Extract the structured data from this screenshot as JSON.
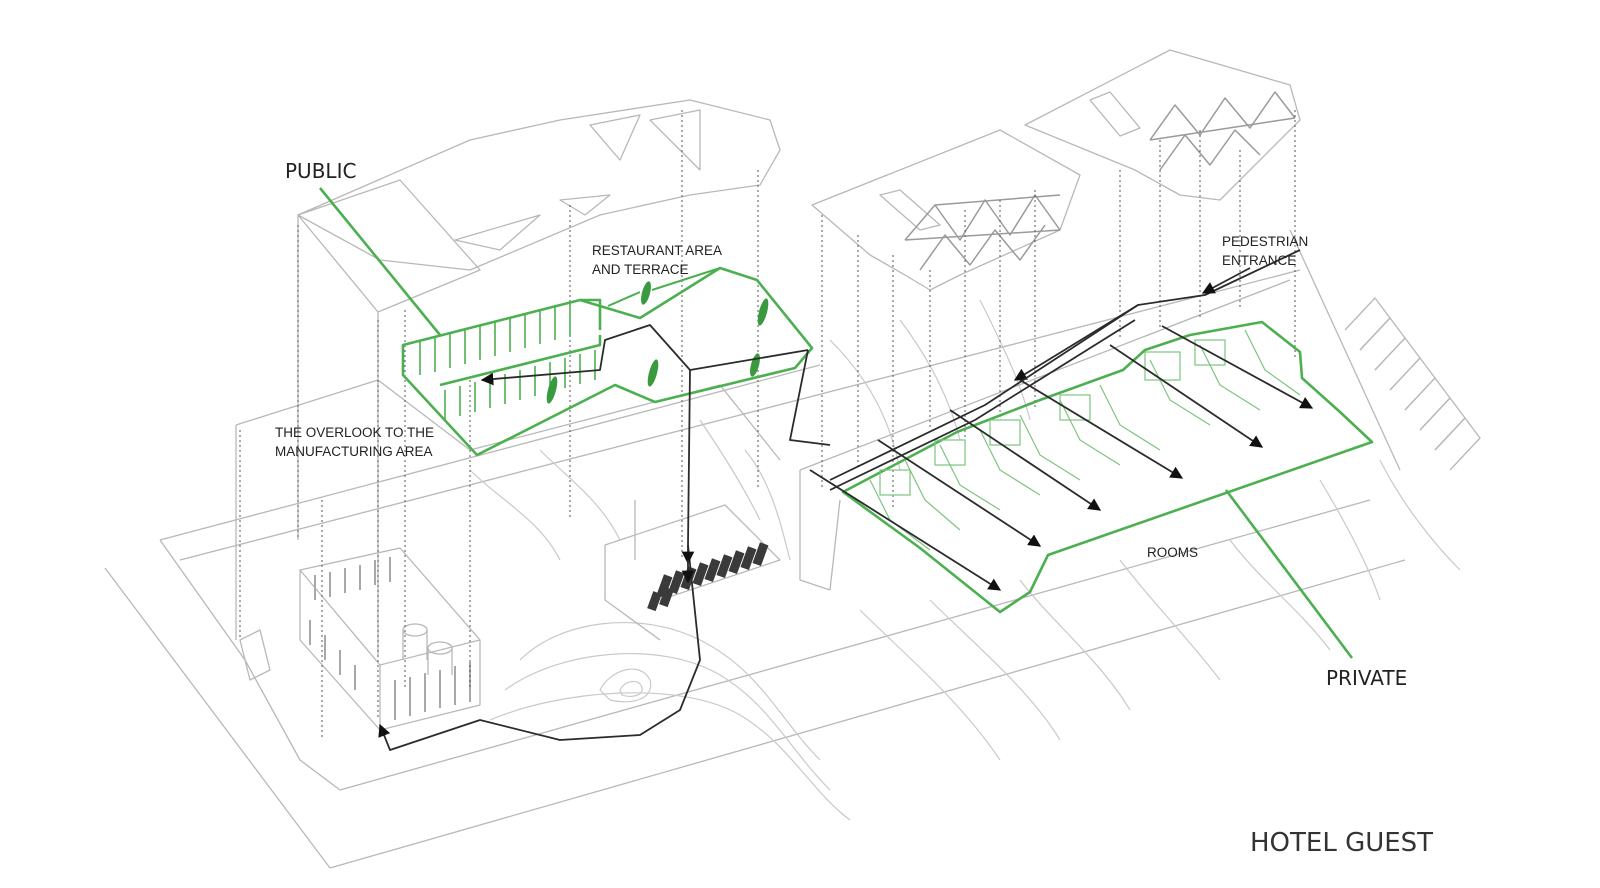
{
  "labels": {
    "public": "PUBLIC",
    "restaurant_line1": "RESTAURANT AREA",
    "restaurant_line2": "AND TERRACE",
    "pedestrian_line1": "PEDESTRIAN",
    "pedestrian_line2": "ENTRANCE",
    "overlook_line1": "THE OVERLOOK TO THE",
    "overlook_line2": "MANUFACTURING AREA",
    "rooms": "ROOMS",
    "private": "PRIVATE",
    "hotel_guest": "HOTEL GUEST"
  },
  "colors": {
    "green": "#4caf50",
    "path": "#2b2b2b",
    "outline": "#b8b8b8"
  }
}
